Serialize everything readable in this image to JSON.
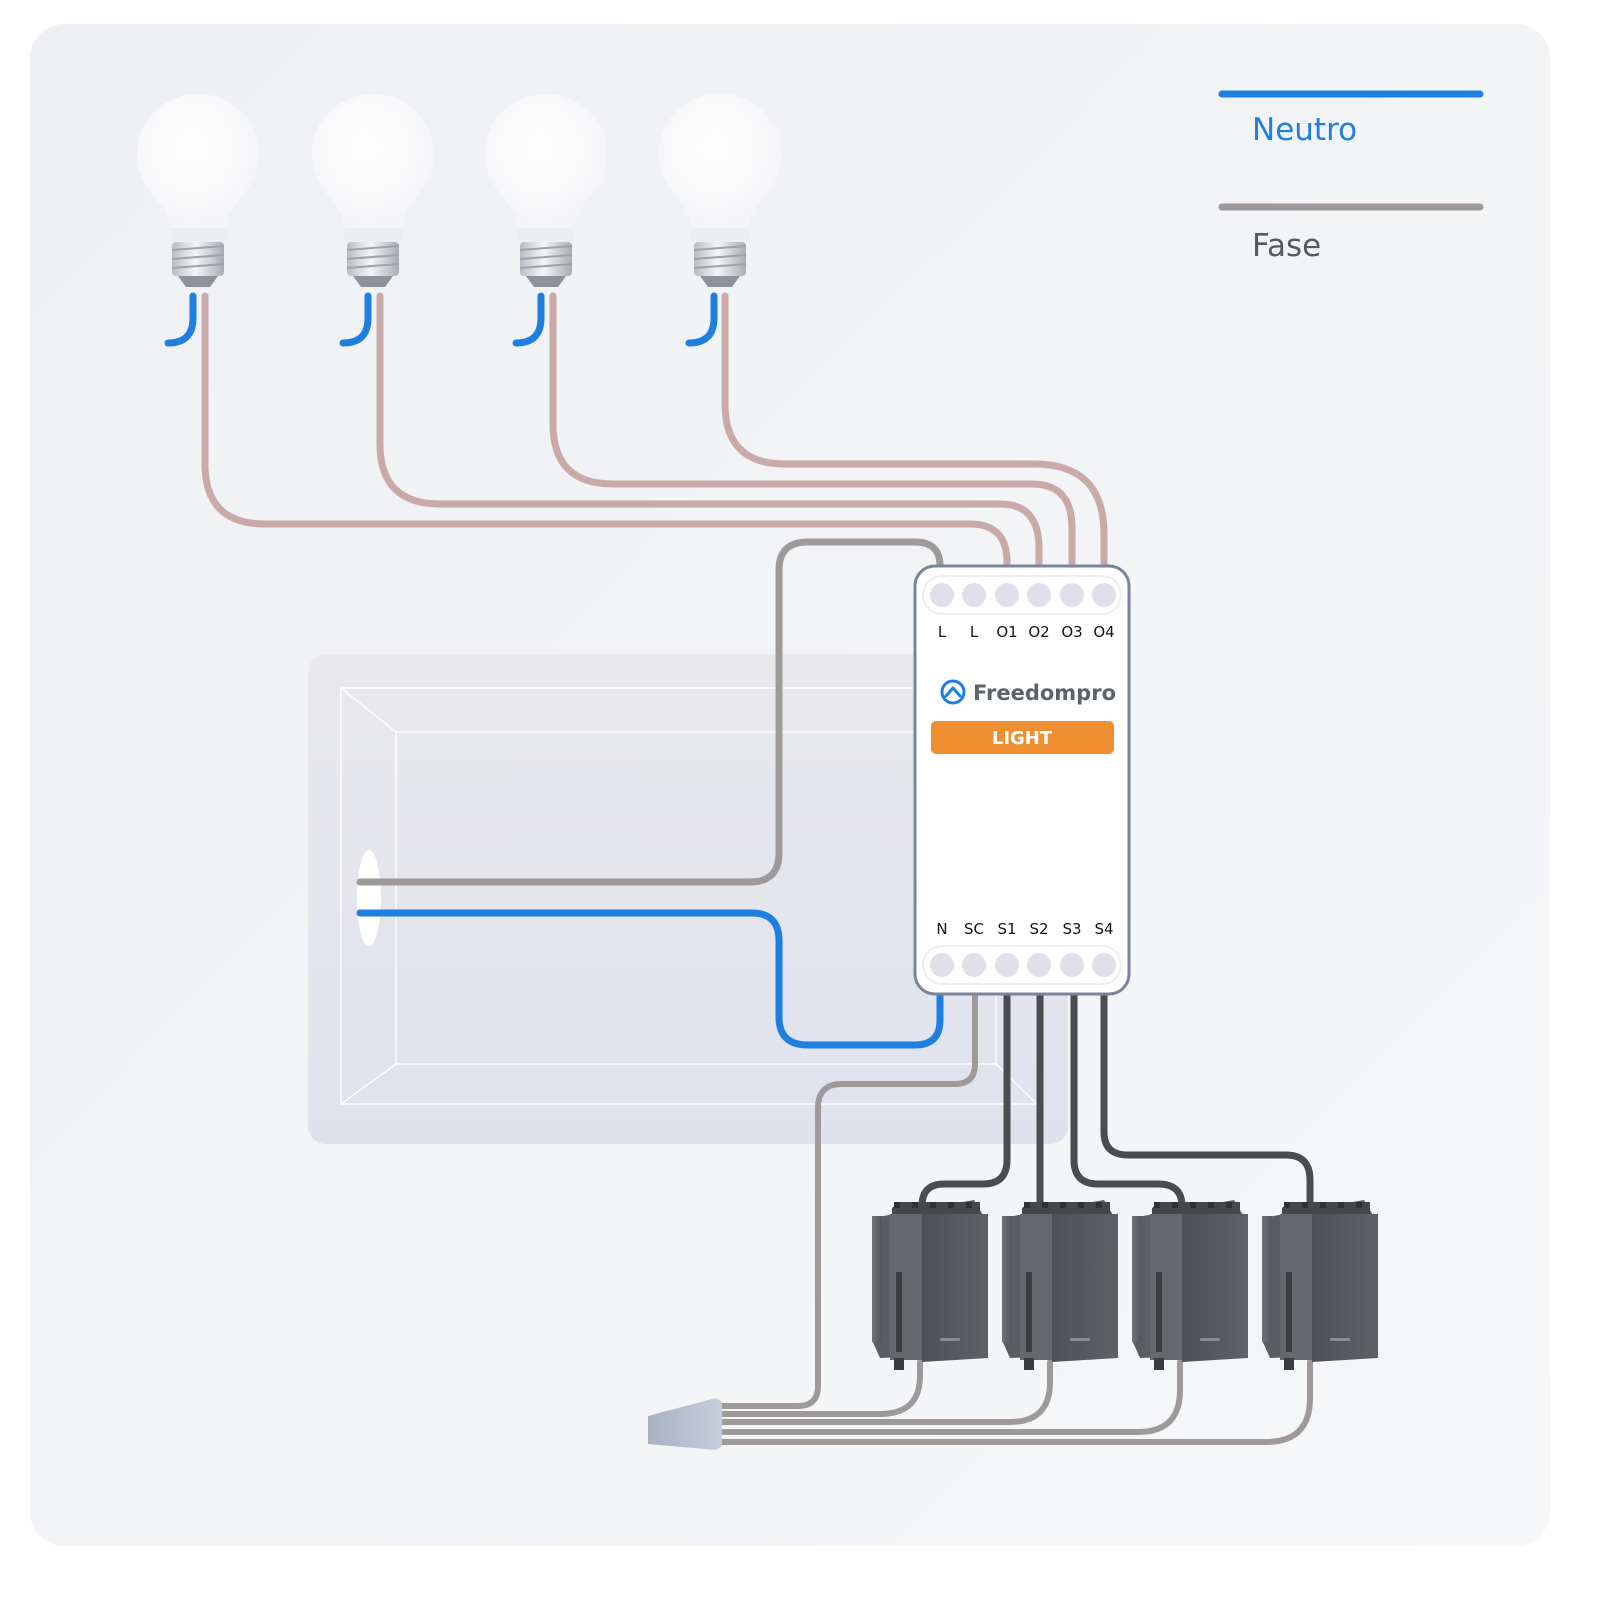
{
  "legend": {
    "neutral_label": "Neutro",
    "phase_label": "Fase"
  },
  "device": {
    "brand": "Freedompro",
    "badge": "LIGHT",
    "top_terminals": [
      "L",
      "L",
      "O1",
      "O2",
      "O3",
      "O4"
    ],
    "bottom_terminals": [
      "N",
      "SC",
      "S1",
      "S2",
      "S3",
      "S4"
    ]
  },
  "colors": {
    "neutral_wire": "#1f7fe0",
    "phase_wire": "#9e9a9a",
    "output_wire": "#c9aaa8",
    "switch_wire": "#4a4c50",
    "badge": "#f08f32",
    "background": "#f1f3f6"
  },
  "icons": {
    "bulbs": [
      "light-bulb-icon",
      "light-bulb-icon",
      "light-bulb-icon",
      "light-bulb-icon"
    ],
    "switches": [
      "rocker-switch-icon",
      "rocker-switch-icon",
      "rocker-switch-icon",
      "rocker-switch-icon"
    ],
    "brand_logo": "freedompro-logo-icon",
    "connector": "wire-connector-icon"
  }
}
